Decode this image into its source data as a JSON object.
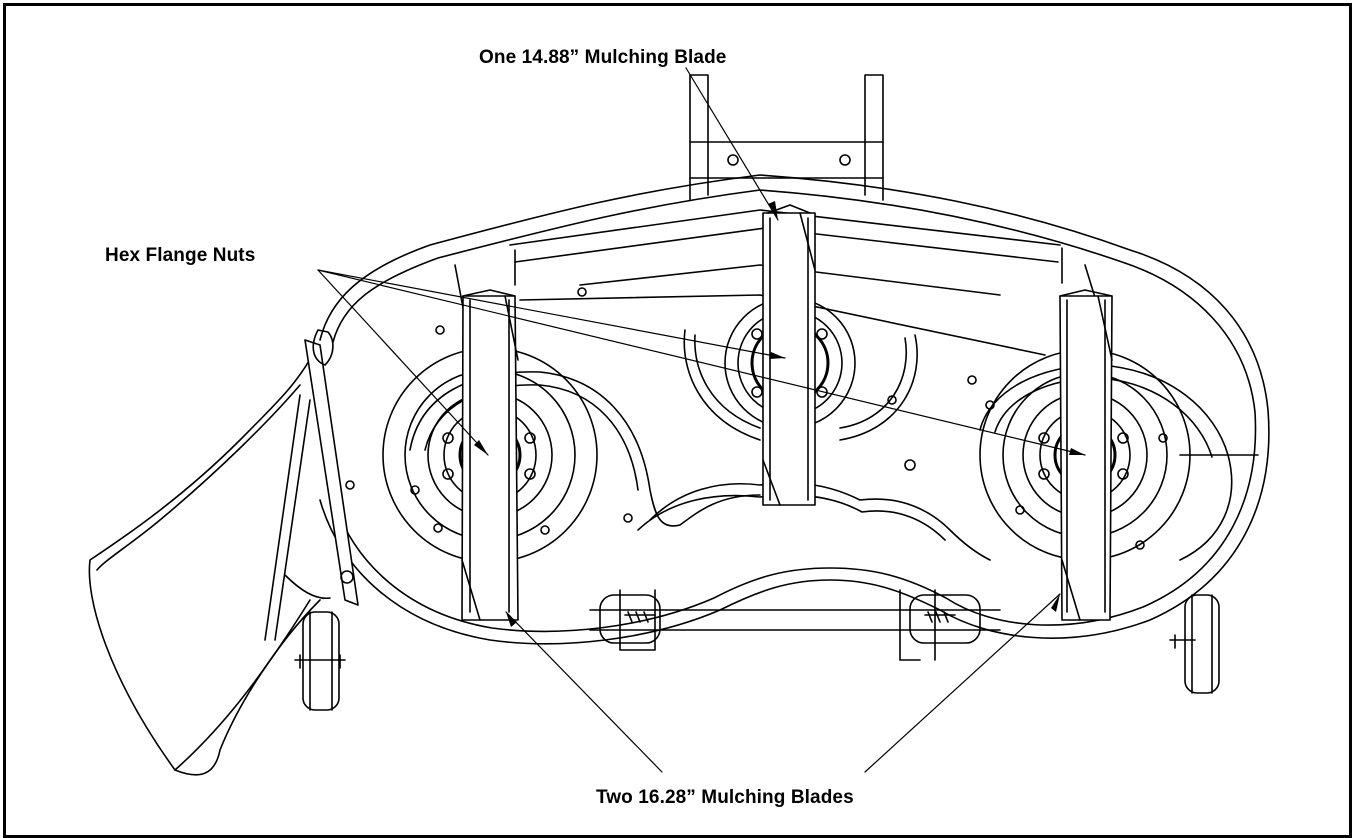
{
  "labels": {
    "center_blade": "One 14.88” Mulching Blade",
    "nuts": "Hex Flange Nuts",
    "side_blades": "Two 16.28” Mulching Blades"
  },
  "colors": {
    "line": "#000000",
    "background": "#ffffff"
  }
}
